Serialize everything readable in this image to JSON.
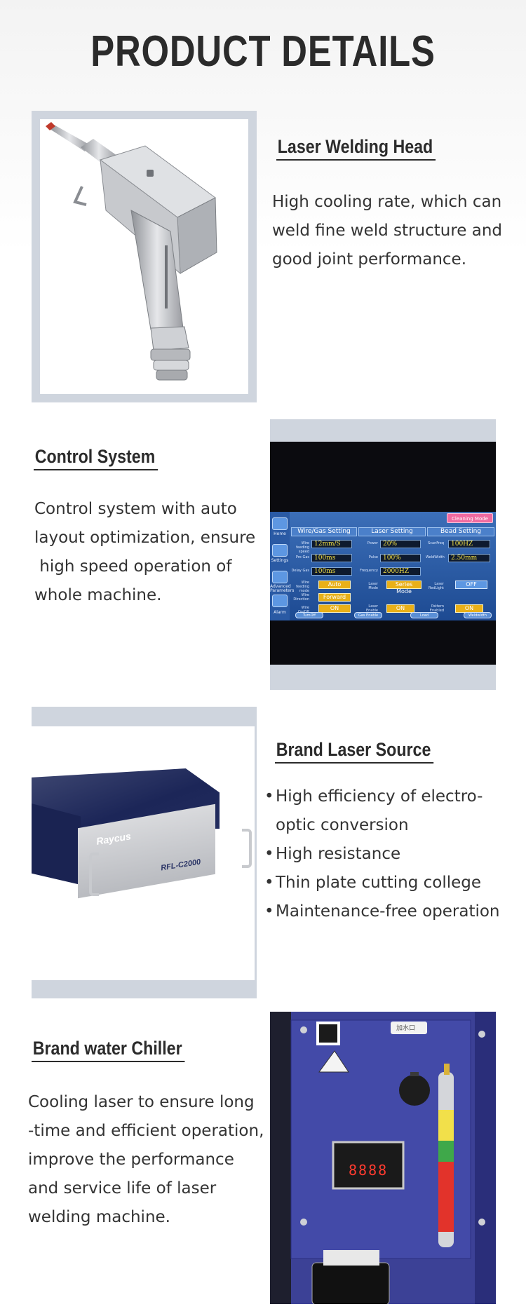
{
  "page_title": "PRODUCT DETAILS",
  "sections": [
    {
      "heading": "Laser Welding Head",
      "lines": [
        "High cooling rate, which can",
        "weld fine weld structure and",
        "good joint performance."
      ]
    },
    {
      "heading": "Control System",
      "lines": [
        "Control system with auto",
        "layout optimization, ensure",
        " high speed operation of",
        "whole machine."
      ],
      "screen": {
        "mode_button": "Cleaning Mode",
        "sidebar": [
          "Home",
          "Settings",
          "Advanced Parameters",
          "Alarm"
        ],
        "columns": [
          "Wire/Gas Setting",
          "Laser Setting",
          "Bead Setting"
        ],
        "wire_gas": {
          "labels": [
            "Wire feeding speed",
            "Pre Gas",
            "Delay Gas",
            "Wire feeding mode",
            "Wire Direction",
            "Wire On/Off"
          ],
          "values": [
            "12mm/S",
            "100ms",
            "100ms",
            "Auto",
            "Forward",
            "ON"
          ]
        },
        "laser": {
          "labels": [
            "Power",
            "Pulse",
            "Frequency",
            "Laser Mode",
            "Laser Enable"
          ],
          "values": [
            "20%",
            "100%",
            "2000HZ",
            "Series Mode",
            "ON"
          ]
        },
        "bead": {
          "labels": [
            "ScanFreq",
            "WeldWidth",
            "Laser RedLight",
            "Pattern Enabled"
          ],
          "values": [
            "100HZ",
            "2.50mm",
            "OFF",
            "ON"
          ]
        },
        "bottom_buttons": [
          "TurnOff",
          "Gas Enable",
          "Load",
          "Weldwidth"
        ]
      }
    },
    {
      "heading": "Brand Laser Source",
      "bullets": [
        [
          "High efficiency of electro-",
          "optic conversion"
        ],
        [
          "High resistance"
        ],
        [
          "Thin plate cutting college"
        ],
        [
          "Maintenance-free operation"
        ]
      ],
      "product_logo": "Raycus",
      "product_model": "RFL-C2000"
    },
    {
      "heading": "Brand water Chiller",
      "lines": [
        "Cooling laser to ensure long",
        "-time and efficient operation,",
        "improve the performance",
        "and service life of laser",
        "welding machine."
      ],
      "display_value": "8888",
      "water_inlet_label": "加水口"
    }
  ],
  "colors": {
    "frame": "#cfd5de",
    "text": "#2b2b2b",
    "chiller_body": "#3a3f8f",
    "laser_body": "#1c2658"
  }
}
